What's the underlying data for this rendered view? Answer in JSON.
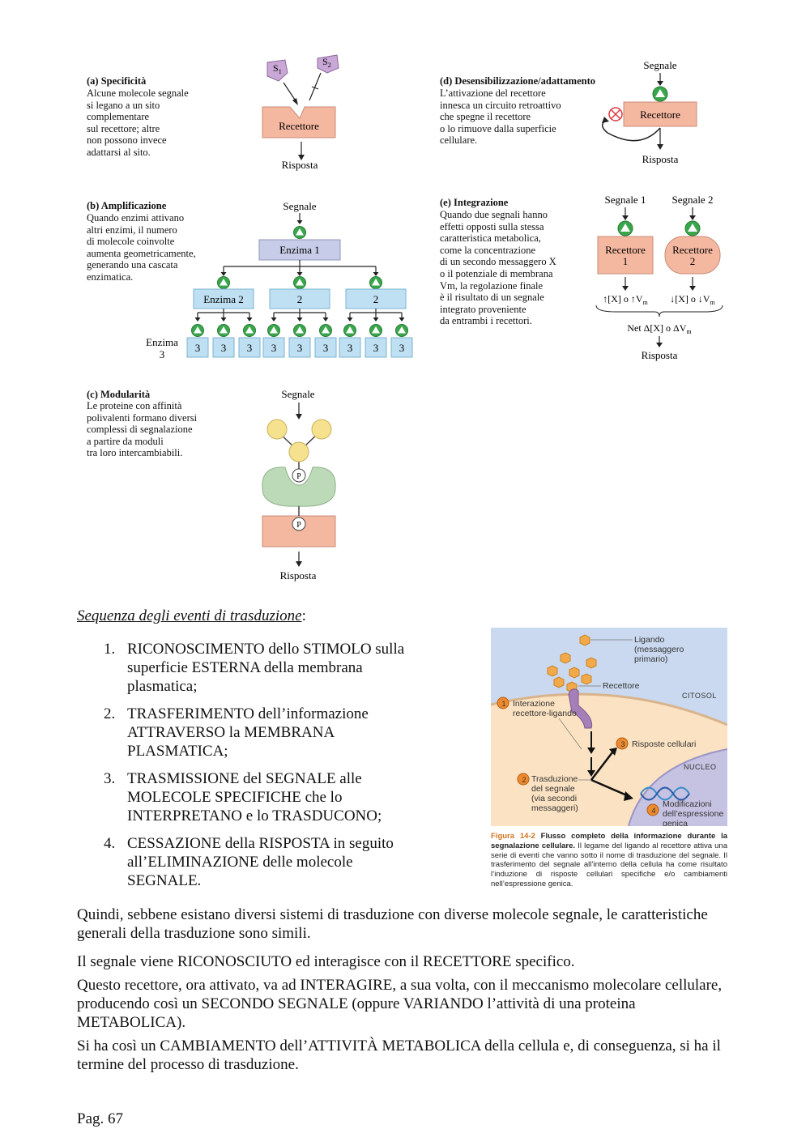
{
  "diagram": {
    "a": {
      "title": "(a)  Specificità",
      "text": "Alcune molecole segnale\nsi legano a un sito\ncomplementare\nsul recettore; altre\nnon possono invece\nadattarsi al sito.",
      "s1": "S",
      "s1_sub": "1",
      "s2": "S",
      "s2_sub": "2",
      "receptor": "Recettore",
      "response": "Risposta"
    },
    "b": {
      "title": "(b)  Amplificazione",
      "text": "Quando enzimi attivano\naltri enzimi, il numero\ndi molecole coinvolte\naumenta geometricamente,\ngenerando una cascata\nenzimatica.",
      "signal": "Segnale",
      "enzyme1": "Enzima 1",
      "enzyme2": [
        "Enzima 2",
        "2",
        "2"
      ],
      "enzyme3_label": "Enzima\n3",
      "enzyme3": [
        "3",
        "3",
        "3",
        "3",
        "3",
        "3",
        "3",
        "3",
        "3"
      ]
    },
    "c": {
      "title": "(c)  Modularità",
      "text": "Le proteine con affinità\npolivalenti formano diversi\ncomplessi di segnalazione\na partire da moduli\ntra loro intercambiabili.",
      "signal": "Segnale",
      "p": "P",
      "response": "Risposta"
    },
    "d": {
      "title": "(d)  Desensibilizzazione/adattamento",
      "text": "L’attivazione del recettore\ninnesca un circuito retroattivo\nche spegne il recettore\no lo rimuove dalla superficie\ncellulare.",
      "signal": "Segnale",
      "receptor": "Recettore",
      "response": "Risposta"
    },
    "e": {
      "title": "(e)  Integrazione",
      "text": "Quando due segnali hanno\neffetti opposti sulla stessa\ncaratteristica metabolica,\ncome la concentrazione\ndi un secondo messaggero X\no il potenziale di membrana\nVm, la regolazione finale\nè il risultato di un segnale\nintegrato proveniente\nda entrambi i recettori.",
      "signal1": "Segnale 1",
      "signal2": "Segnale 2",
      "receptor1": "Recettore\n1",
      "receptor2": "Recettore\n2",
      "effect1": "↑[X] o ↑V",
      "effect2": "↓[X] o ↓V",
      "sub_m": "m",
      "net": "Net Δ[X] o ΔV",
      "response": "Risposta"
    }
  },
  "section_title": "Sequenza degli eventi di trasduzione",
  "section_colon": ":",
  "steps": [
    {
      "num": "1.",
      "text": "RICONOSCIMENTO dello STIMOLO sulla superficie ESTERNA della membrana plasmatica;"
    },
    {
      "num": "2.",
      "text": "TRASFERIMENTO dell’informazione ATTRAVERSO la MEMBRANA PLASMATICA;"
    },
    {
      "num": "3.",
      "text": "TRASMISSIONE del SEGNALE alle MOLECOLE SPECIFICHE che lo INTERPRETANO e lo TRASDUCONO;"
    },
    {
      "num": "4.",
      "text": "CESSAZIONE della RISPOSTA in seguito all’ELIMINAZIONE delle molecole SEGNALE."
    }
  ],
  "figure": {
    "ligand": "Ligando\n(messaggero\nprimario)",
    "receptor": "Recettore",
    "cytosol": "CITOSOL",
    "nucleus": "NUCLEO",
    "step1": "Interazione\nrecettore-ligando",
    "step2": "Trasduzione\ndel segnale\n(via secondi\nmessaggeri)",
    "step3": "Risposte cellulari",
    "step4": "Modificazioni\ndell’espressione\ngenica",
    "n1": "1",
    "n2": "2",
    "n3": "3",
    "n4": "4",
    "caption_label": "Figura 14-2",
    "caption_bold": "Flusso completo della informazione durante la segnalazione cellulare.",
    "caption_text": "Il legame del ligando al recettore attiva una serie di eventi che vanno sotto il nome di trasduzione del segnale. Il trasferimento del segnale all’interno della cellula ha come risultato l’induzione di risposte cellulari specifiche e/o cambiamenti nell’espressione genica."
  },
  "paragraphs": [
    "Quindi, sebbene esistano diversi sistemi di trasduzione con diverse molecole segnale, le caratteristiche generali della trasduzione sono simili.",
    "Il segnale viene RICONOSCIUTO ed interagisce con il RECETTORE specifico.",
    "Questo recettore, ora attivato, va ad INTERAGIRE, a sua volta, con il meccanismo molecolare cellulare, producendo così un SECONDO SEGNALE (oppure VARIANDO l’attività di una proteina METABOLICA).",
    "Si ha così un CAMBIAMENTO dell’ATTIVITÀ METABOLICA della cellula e, di conseguenza, si ha il termine del processo di trasduzione."
  ],
  "page_number": "Pag. 67",
  "colors": {
    "receptor": "#f4b7a0",
    "enzyme1": "#c7cde8",
    "enzyme": "#bfe0f2",
    "activator": "#3aa64b",
    "module": "#f6e28e",
    "adapter": "#bcd9b8",
    "inhibitor": "#d9363e"
  }
}
